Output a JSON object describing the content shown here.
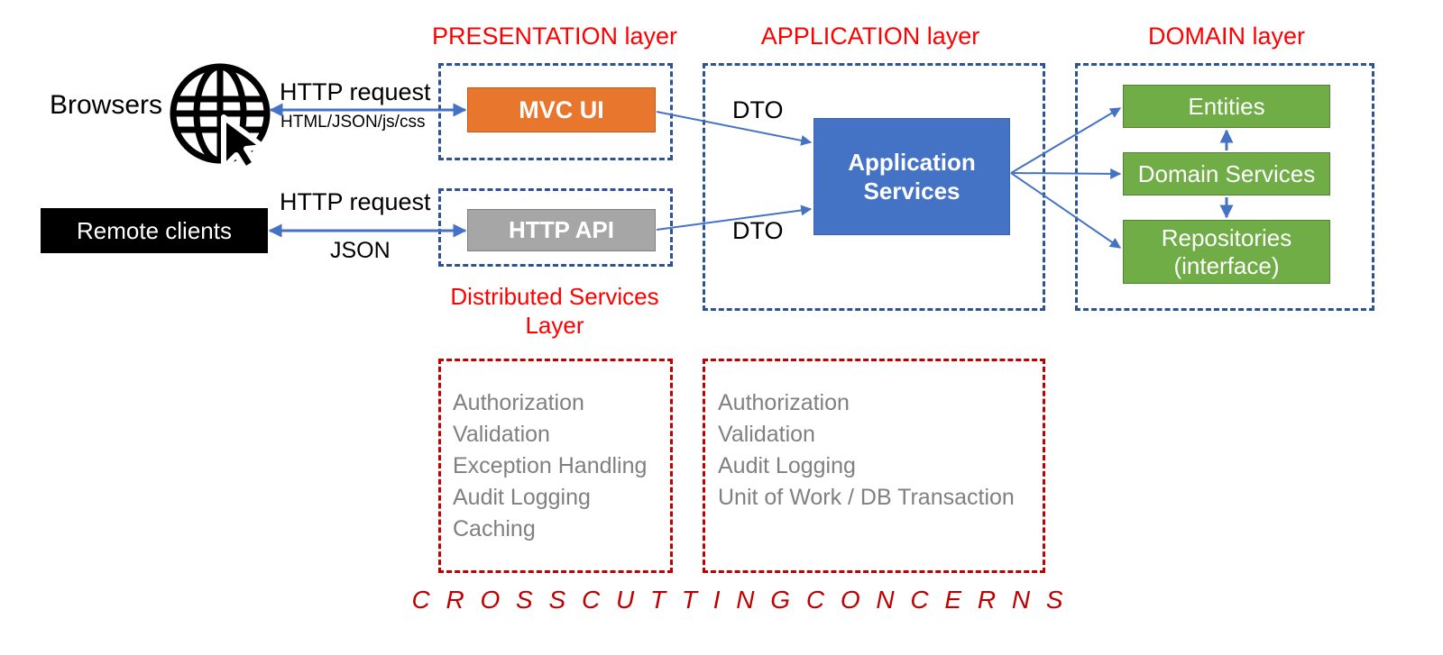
{
  "diagram": {
    "title": "Layered architecture diagram",
    "colors": {
      "layer_title": "#FF0000",
      "layer_border": "#2E5395",
      "crosscut_border": "#C00000",
      "mvc_ui": "#E8762C",
      "http_api": "#A6A6A6",
      "application_services": "#4472C4",
      "domain_node": "#70AD47",
      "remote_clients": "#000000",
      "arrow": "#4472C4",
      "crosscut_text": "#808080"
    }
  },
  "layers": {
    "presentation": {
      "title": "PRESENTATION layer"
    },
    "application": {
      "title": "APPLICATION layer"
    },
    "domain": {
      "title": "DOMAIN layer"
    },
    "distributed_services": {
      "title_line1": "Distributed Services",
      "title_line2": "Layer"
    }
  },
  "clients": {
    "browsers": {
      "label": "Browsers",
      "icon": "globe-cursor-icon"
    },
    "remote": {
      "label": "Remote clients"
    }
  },
  "connections": {
    "browser_request": "HTTP request",
    "browser_response": "HTML/JSON/js/css",
    "remote_request": "HTTP request",
    "remote_response": "JSON",
    "dto_top": "DTO",
    "dto_bottom": "DTO"
  },
  "nodes": {
    "mvc_ui": "MVC UI",
    "http_api": "HTTP API",
    "application_services_line1": "Application",
    "application_services_line2": "Services",
    "entities": "Entities",
    "domain_services": "Domain Services",
    "repositories_line1": "Repositories",
    "repositories_line2": "(interface)"
  },
  "cross_cutting": {
    "caption": "C R O S S   C U T T I N G   C O N C E R N S",
    "presentation_items": [
      "Authorization",
      "Validation",
      "Exception Handling",
      "Audit Logging",
      "Caching"
    ],
    "application_items": [
      "Authorization",
      "Validation",
      "Audit Logging",
      "Unit of Work / DB Transaction"
    ]
  }
}
